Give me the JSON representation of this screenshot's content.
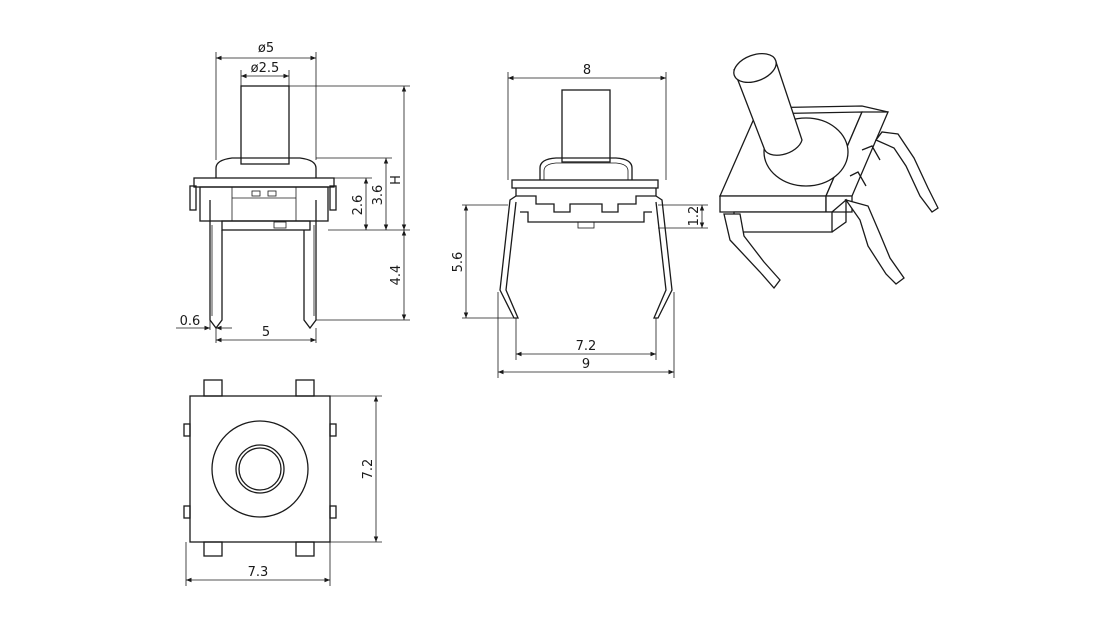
{
  "front_view": {
    "dim_d5": "ø5",
    "dim_d25": "ø2.5",
    "dim_h": "H",
    "dim_36": "3.6",
    "dim_26": "2.6",
    "dim_44": "4.4",
    "dim_06": "0.6",
    "dim_5": "5"
  },
  "side_view": {
    "dim_8": "8",
    "dim_12": "1.2",
    "dim_56": "5.6",
    "dim_72": "7.2",
    "dim_9": "9"
  },
  "top_view": {
    "dim_72": "7.2",
    "dim_73": "7.3"
  }
}
